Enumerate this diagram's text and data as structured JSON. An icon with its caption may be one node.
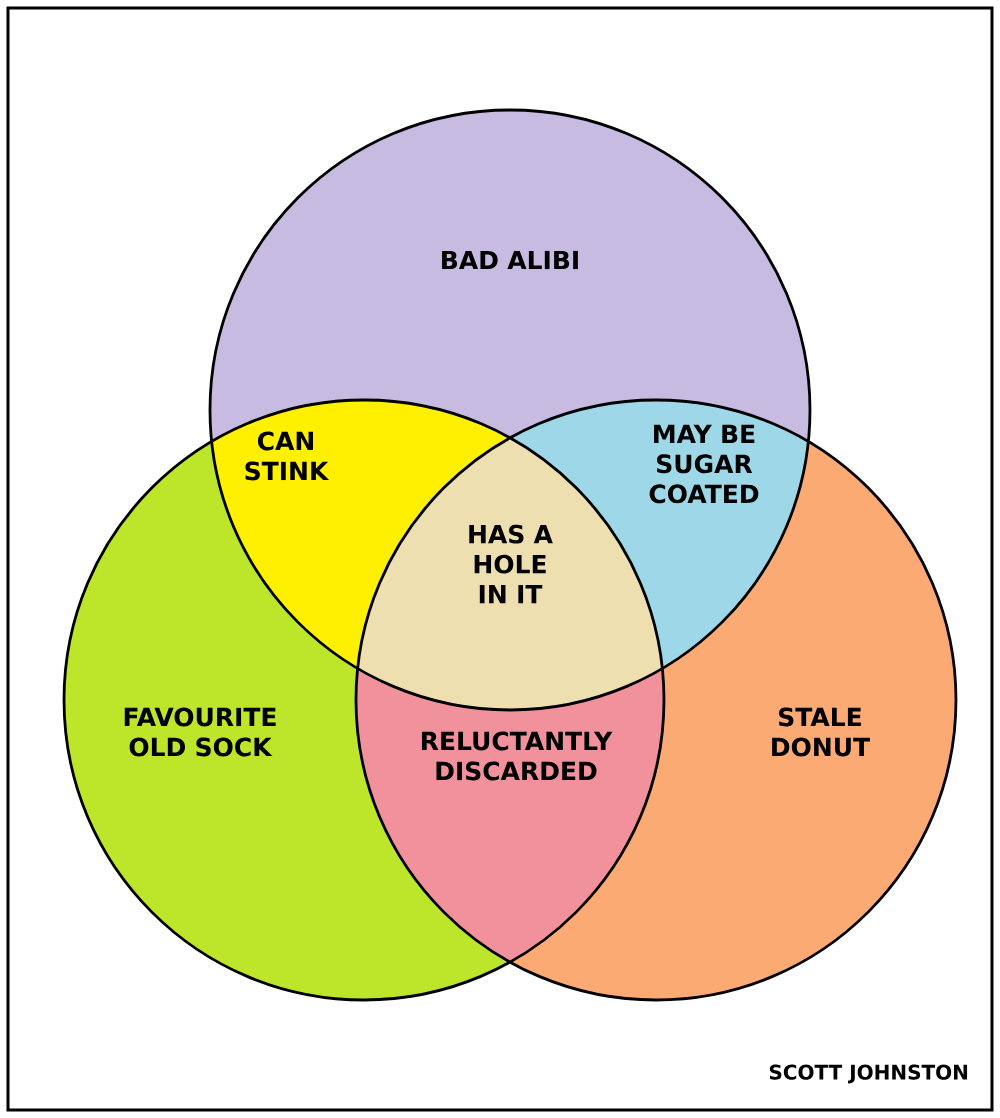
{
  "diagram": {
    "labels": [
      "BAD ALIBI",
      "CAN STINK",
      "MAY BE SUGAR COATED",
      "HAS A HOLE IN IT",
      "FAVOURITE OLD SOCK",
      "RELUCTANTLY DISCARDED",
      "STALE DONUT",
      "SCOTT JOHNSTON"
    ]
  }
}
